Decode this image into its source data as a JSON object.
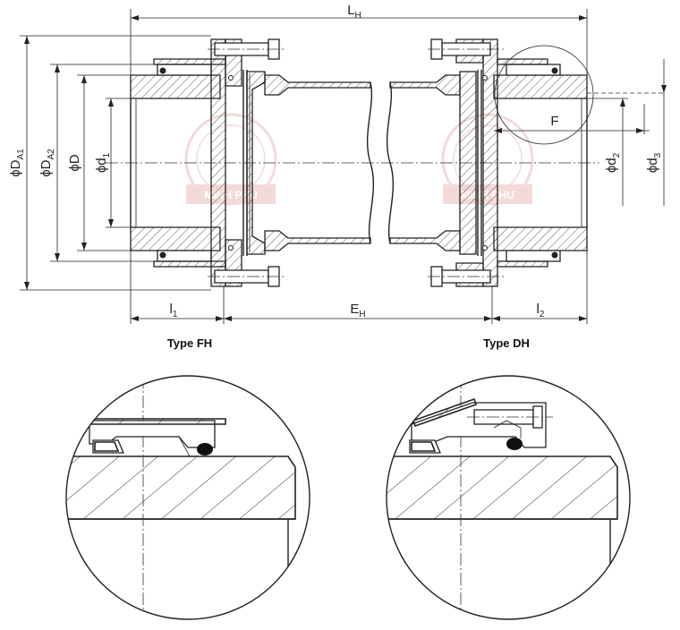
{
  "labels": {
    "LH": "L",
    "LH_sub": "H",
    "EH": "E",
    "EH_sub": "H",
    "l1": "l",
    "l1_sub": "1",
    "l2": "l",
    "l2_sub": "2",
    "DA1": "ϕD",
    "DA1_sub": "A1",
    "DA2": "ϕD",
    "DA2_sub": "A2",
    "D": "ϕD",
    "d1": "ϕd",
    "d1_sub": "1",
    "d2": "ϕd",
    "d2_sub": "2",
    "d3": "ϕd",
    "d3_sub": "3",
    "F": "F"
  },
  "captions": {
    "left": "Type FH",
    "right": "Type DH"
  },
  "watermark": "MINH PHU"
}
